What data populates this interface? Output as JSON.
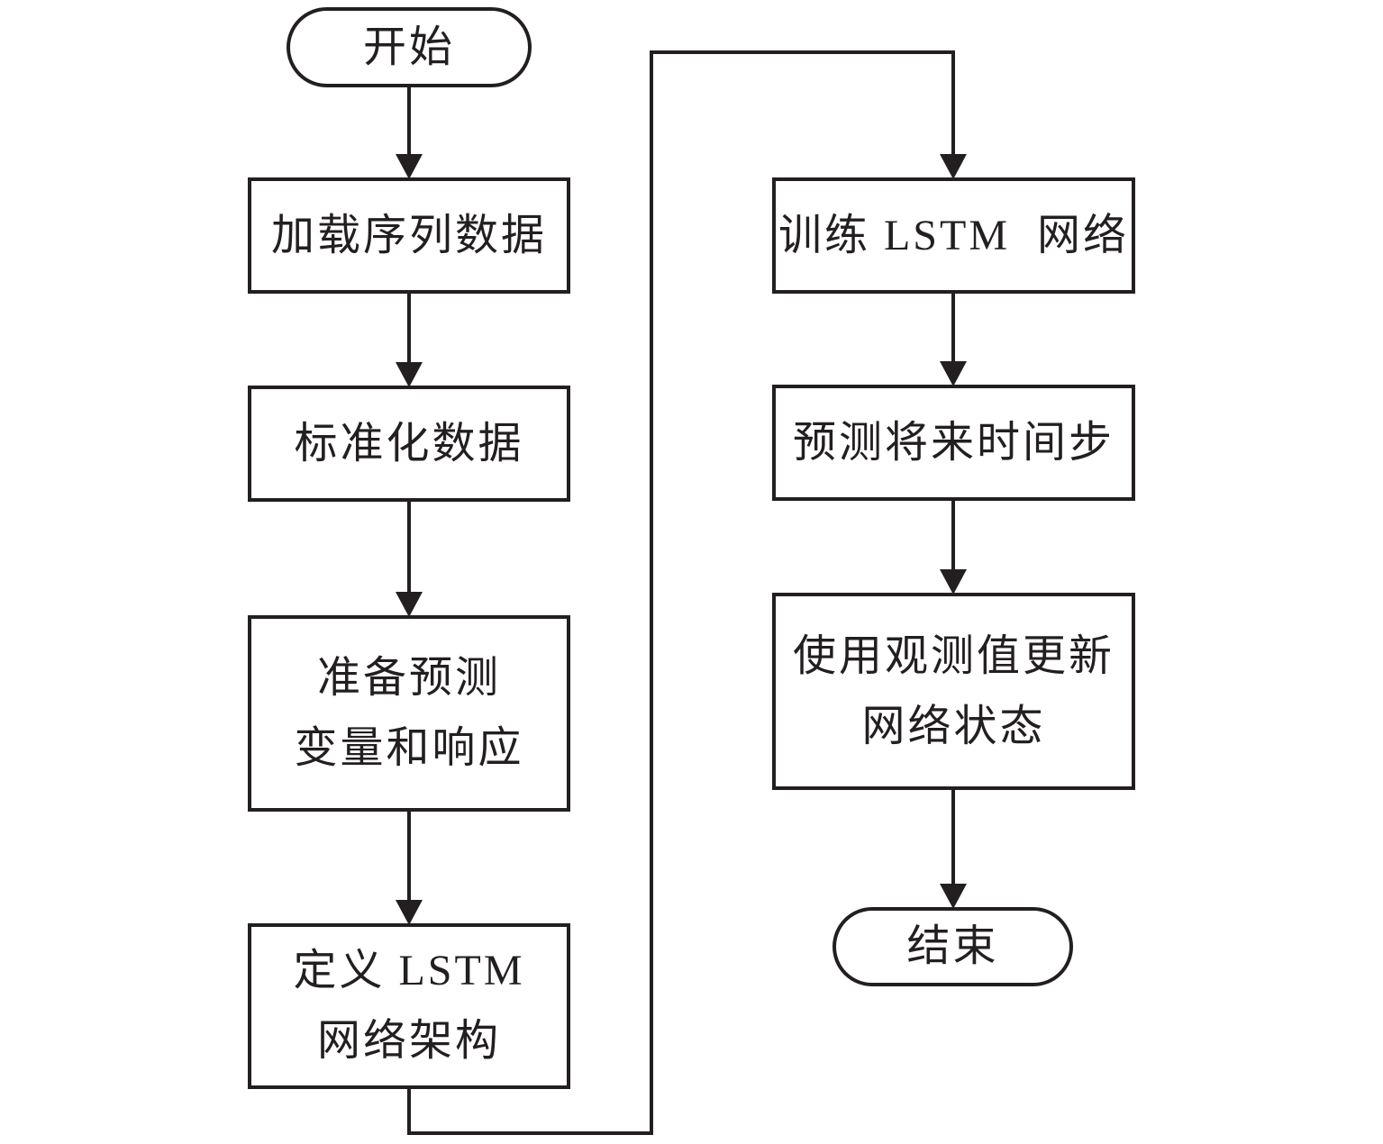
{
  "diagram": {
    "type": "flowchart",
    "colors": {
      "stroke": "#231f20",
      "text": "#231f20",
      "background": "#ffffff"
    },
    "nodes": {
      "start": {
        "label": "开始",
        "shape": "terminator"
      },
      "load_data": {
        "label": "加载序列数据",
        "shape": "process"
      },
      "standardize": {
        "label": "标准化数据",
        "shape": "process"
      },
      "prepare": {
        "label": "准备预测\n变量和响应",
        "shape": "process"
      },
      "define_lstm": {
        "label": "定义 LSTM\n网络架构",
        "shape": "process"
      },
      "train_lstm": {
        "label": "训练 LSTM  网络",
        "shape": "process"
      },
      "predict": {
        "label": "预测将来时间步",
        "shape": "process"
      },
      "update_state": {
        "label": "使用观测值更新\n网络状态",
        "shape": "process"
      },
      "end": {
        "label": "结束",
        "shape": "terminator"
      }
    },
    "edges": [
      {
        "from": "start",
        "to": "load_data"
      },
      {
        "from": "load_data",
        "to": "standardize"
      },
      {
        "from": "standardize",
        "to": "prepare"
      },
      {
        "from": "prepare",
        "to": "define_lstm"
      },
      {
        "from": "define_lstm",
        "to": "train_lstm"
      },
      {
        "from": "train_lstm",
        "to": "predict"
      },
      {
        "from": "predict",
        "to": "update_state"
      },
      {
        "from": "update_state",
        "to": "end"
      }
    ]
  }
}
